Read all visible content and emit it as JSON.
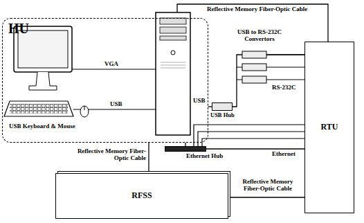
{
  "diagram": {
    "nodes": [
      {
        "text": [
          "HU"
        ]
      },
      {
        "text": [
          "USB Hub"
        ]
      },
      {
        "text": [
          "RTU"
        ]
      },
      {
        "text": [
          "Ethernet Hub"
        ]
      },
      {
        "text": [
          "RFSS"
        ]
      }
    ],
    "edges": [
      {
        "from": 0,
        "to": 2,
        "label": "Reflective Memory Fiber-Optic Cable",
        "arrow": "none"
      },
      {
        "from": 0,
        "to": 1,
        "label": "USB",
        "arrow": "none"
      },
      {
        "from": 1,
        "to": 2,
        "arrow": "none"
      },
      {
        "from": 0,
        "to": 3,
        "arrow": "none"
      },
      {
        "from": 3,
        "to": 2,
        "label": "Ethernet",
        "arrow": "none"
      },
      {
        "from": 4,
        "to": 0,
        "label": "Reflective Memory Fiber-Optic Cable",
        "arrow": "none"
      },
      {
        "from": 4,
        "to": 2,
        "label": "Reflective Memory Fiber-Optic Cable",
        "arrow": "none"
      }
    ],
    "labels": [
      "VGA",
      "USB",
      "USB Keyboard & Mouse",
      "USB to RS-232C Convertors",
      "RS-232C"
    ]
  }
}
